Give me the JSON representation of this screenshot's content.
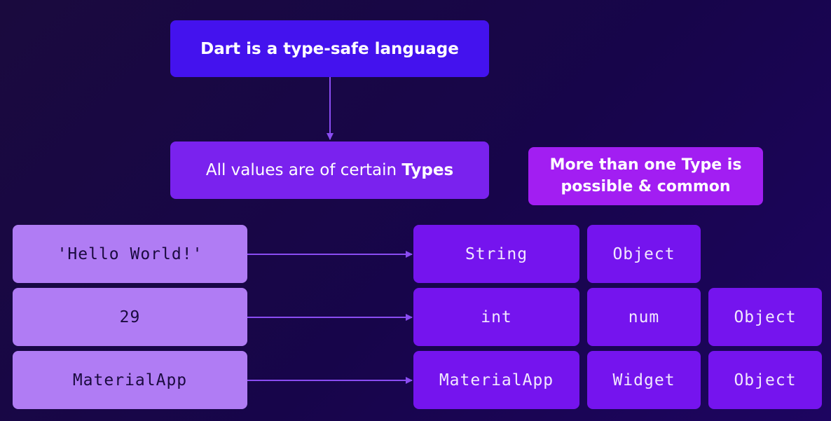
{
  "title": "Dart is a type-safe language",
  "types_line": {
    "prefix": "All values are of certain ",
    "bold": "Types"
  },
  "note": "More than one Type is possible & common",
  "rows": [
    {
      "value": "'Hello World!'",
      "types": [
        "String",
        "Object"
      ]
    },
    {
      "value": "29",
      "types": [
        "int",
        "num",
        "Object"
      ]
    },
    {
      "value": "MaterialApp",
      "types": [
        "MaterialApp",
        "Widget",
        "Object"
      ]
    }
  ],
  "colors": {
    "background": "#17054a",
    "title_box": "#4412ee",
    "types_box": "#7a22ee",
    "note_box": "#a21ef2",
    "value_box": "#b07cf4",
    "type_box": "#7514ee",
    "arrow": "#8a4cf2"
  }
}
